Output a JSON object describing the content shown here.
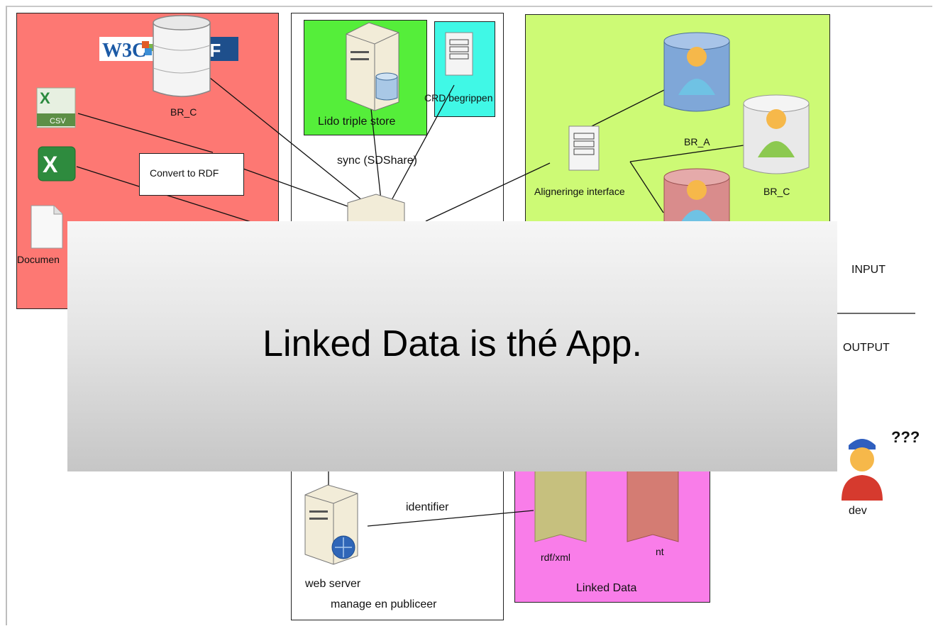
{
  "diagram": {
    "input_label": "INPUT",
    "output_label": "OUTPUT",
    "sources": {
      "w3c_logo": "W3C",
      "rdf_logo": "RDF",
      "br_c_label": "BR_C",
      "csv_label": "CSV",
      "convert_label": "Convert to RDF",
      "document_label": "Documen"
    },
    "store": {
      "lido_label": "Lido triple store",
      "crd_label": "CRD begrippen",
      "sync_label": "sync (SDShare)"
    },
    "alignment": {
      "interface_label": "Aligneringe interface",
      "br_a_label": "BR_A",
      "br_c_label": "BR_C"
    },
    "publish": {
      "identifier_label": "identifier",
      "web_server_label": "web server",
      "manage_label": "manage en publiceer"
    },
    "linked_data": {
      "rdfxml_label": "rdf/xml",
      "nt_label": "nt",
      "box_label": "Linked Data"
    },
    "dev": {
      "question_label": "???",
      "dev_label": "dev"
    }
  },
  "overlay": {
    "title": "Linked Data is thé App."
  }
}
